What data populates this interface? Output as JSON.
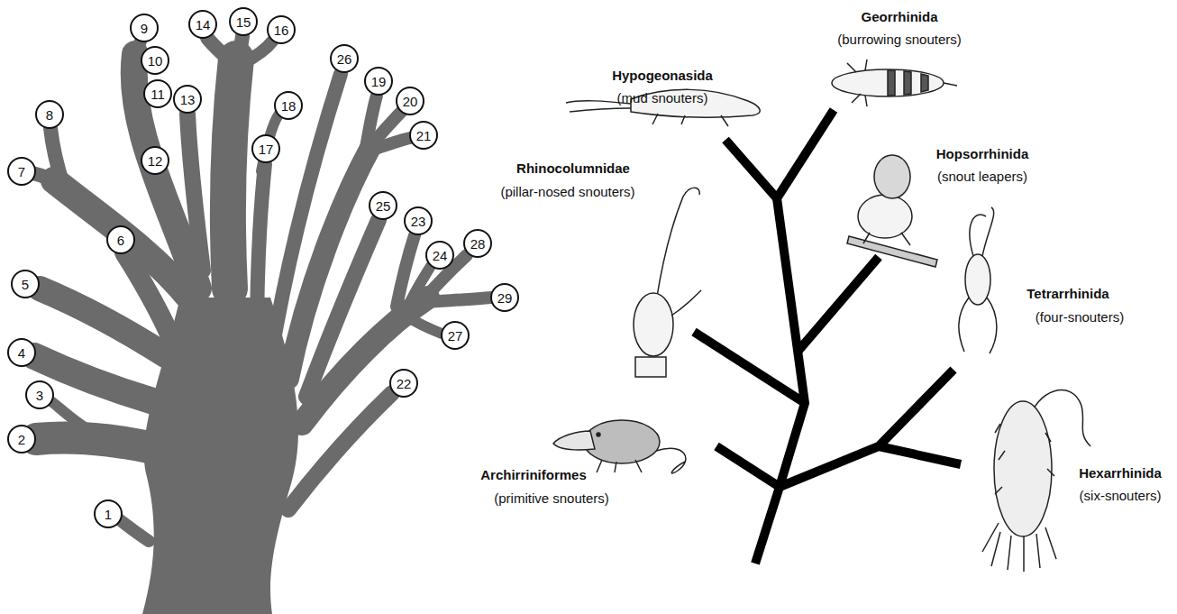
{
  "diagram": {
    "nodes": [
      {
        "text": [
          "1"
        ]
      },
      {
        "text": [
          "2"
        ]
      },
      {
        "text": [
          "3"
        ]
      },
      {
        "text": [
          "4"
        ]
      },
      {
        "text": [
          "5"
        ]
      },
      {
        "text": [
          "6"
        ]
      },
      {
        "text": [
          "7"
        ]
      },
      {
        "text": [
          "8"
        ]
      },
      {
        "text": [
          "9"
        ]
      },
      {
        "text": [
          "10"
        ]
      },
      {
        "text": [
          "11"
        ]
      },
      {
        "text": [
          "12"
        ]
      },
      {
        "text": [
          "13"
        ]
      },
      {
        "text": [
          "14"
        ]
      },
      {
        "text": [
          "15"
        ]
      },
      {
        "text": [
          "16"
        ]
      },
      {
        "text": [
          "17"
        ]
      },
      {
        "text": [
          "18"
        ]
      },
      {
        "text": [
          "19"
        ]
      },
      {
        "text": [
          "20"
        ]
      },
      {
        "text": [
          "21"
        ]
      },
      {
        "text": [
          "22"
        ]
      },
      {
        "text": [
          "23"
        ]
      },
      {
        "text": [
          "24"
        ]
      },
      {
        "text": [
          "25"
        ]
      },
      {
        "text": [
          "26"
        ]
      },
      {
        "text": [
          "27"
        ]
      },
      {
        "text": [
          "28"
        ]
      },
      {
        "text": [
          "29"
        ]
      }
    ],
    "labels": [
      "Hypogeonasida",
      "(mud snouters)",
      "Georrhinida",
      "(burrowing snouters)",
      "Rhinocolumnidae",
      "(pillar-nosed snouters)",
      "Hopsorrhinida",
      "(snout leapers)",
      "Tetrarrhinida",
      "(four-snouters)",
      "Archirriniformes",
      "(primitive snouters)",
      "Hexarrhinida",
      "(six-snouters)"
    ]
  }
}
